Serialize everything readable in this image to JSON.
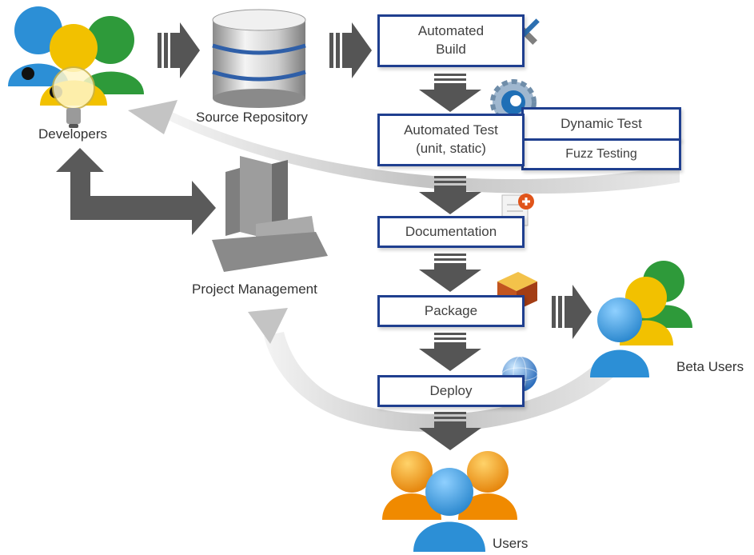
{
  "nodes": {
    "developers": "Developers",
    "source_repository": "Source Repository",
    "project_management": "Project Management",
    "automated_build": "Automated\nBuild",
    "automated_test": "Automated Test\n(unit, static)",
    "dynamic_test": "Dynamic Test",
    "fuzz_testing": "Fuzz Testing",
    "documentation": "Documentation",
    "package": "Package",
    "deploy": "Deploy",
    "beta_users": "Beta Users",
    "users": "Users"
  },
  "colors": {
    "box_border": "#1f3f8f",
    "arrow_dark": "#555555",
    "arrow_light": "#cfcfcf",
    "person_blue": "#2c8fd6",
    "person_yellow": "#f2c100",
    "person_green": "#2e9a3a",
    "person_orange": "#f08a00"
  },
  "icons": [
    "lightbulb-icon",
    "rebel-insignia-icon",
    "database-icon",
    "tools-icon",
    "gear-icon",
    "document-add-icon",
    "package-box-icon",
    "globe-icon",
    "building-icon"
  ]
}
